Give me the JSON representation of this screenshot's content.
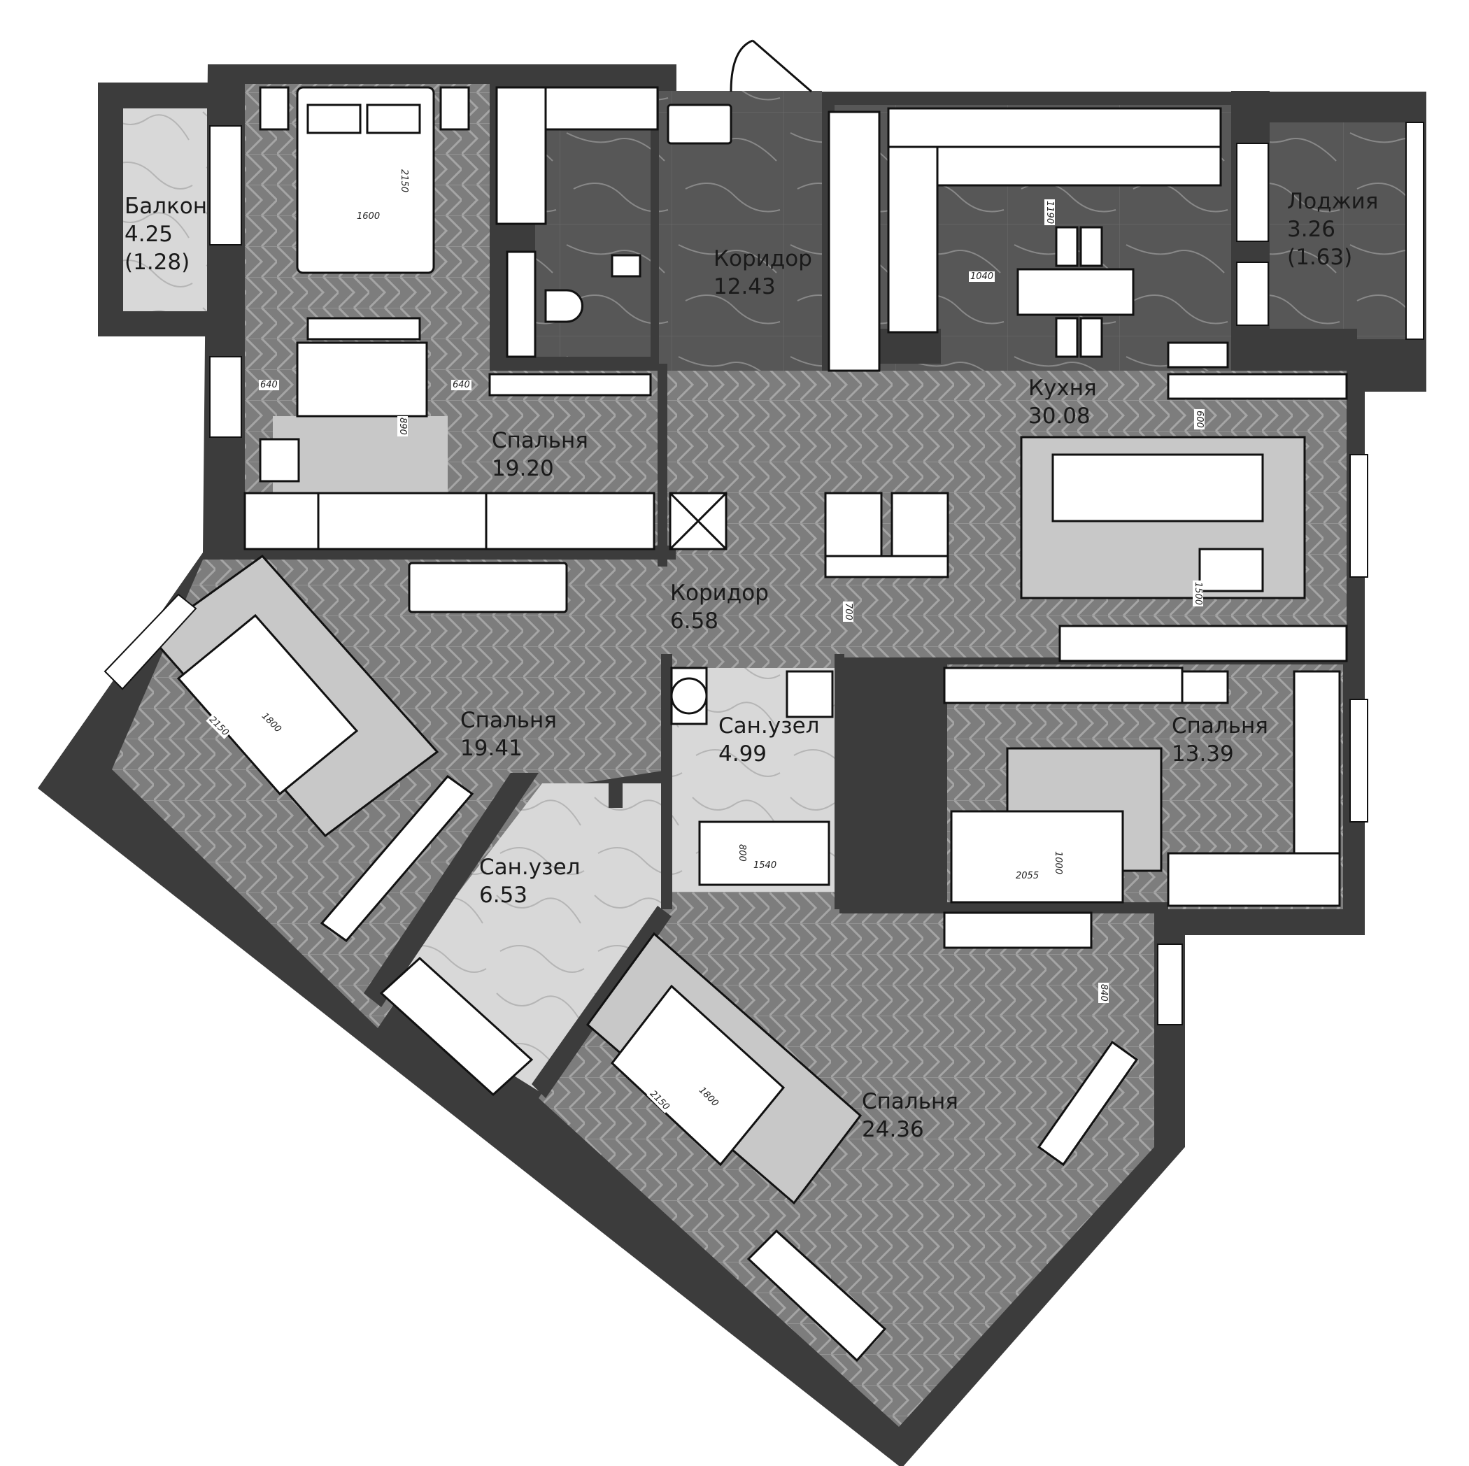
{
  "plan": {
    "colors": {
      "wall": "#3c3c3c",
      "parquet": "#7d7d7d",
      "parquet_line": "#a8a8a8",
      "marble_dark": "#575757",
      "marble_light": "#d6d6d6",
      "rug": "#c8c8c8",
      "furniture": "#ffffff",
      "outline": "#111111"
    },
    "rooms": [
      {
        "id": "balcony",
        "name": "Балкон",
        "area": "4.25",
        "sub_area": "(1.28)"
      },
      {
        "id": "corridor-entrance",
        "name": "Коридор",
        "area": "12.43"
      },
      {
        "id": "loggia",
        "name": "Лоджия",
        "area": "3.26",
        "sub_area": "(1.63)"
      },
      {
        "id": "kitchen",
        "name": "Кухня",
        "area": "30.08"
      },
      {
        "id": "bedroom-1",
        "name": "Спальня",
        "area": "19.20"
      },
      {
        "id": "corridor-inner",
        "name": "Коридор",
        "area": "6.58"
      },
      {
        "id": "bedroom-2",
        "name": "Спальня",
        "area": "19.41"
      },
      {
        "id": "bathroom-1",
        "name": "Сан.узел",
        "area": "4.99"
      },
      {
        "id": "bedroom-3",
        "name": "Спальня",
        "area": "13.39"
      },
      {
        "id": "bathroom-2",
        "name": "Сан.узел",
        "area": "6.53"
      },
      {
        "id": "bedroom-4",
        "name": "Спальня",
        "area": "24.36"
      }
    ],
    "dimensions": {
      "bed1_length": "2150",
      "bed1_width": "1600",
      "sofa1_left": "640",
      "sofa1_right": "640",
      "sofa1_rug": "890",
      "kitchen_table_depth": "1190",
      "kitchen_table_gap": "1040",
      "kitchen_sofa_gap": "600",
      "kitchen_rug_gap": "1500",
      "corridor_gap": "700",
      "bed2_length": "2150",
      "bed2_width": "1800",
      "bath1_width": "800",
      "bath1_length": "1540",
      "bed3_length": "2055",
      "bed3_width": "1000",
      "bed4_length": "2150",
      "bed4_width": "1800",
      "bedroom4_gap": "840"
    }
  }
}
